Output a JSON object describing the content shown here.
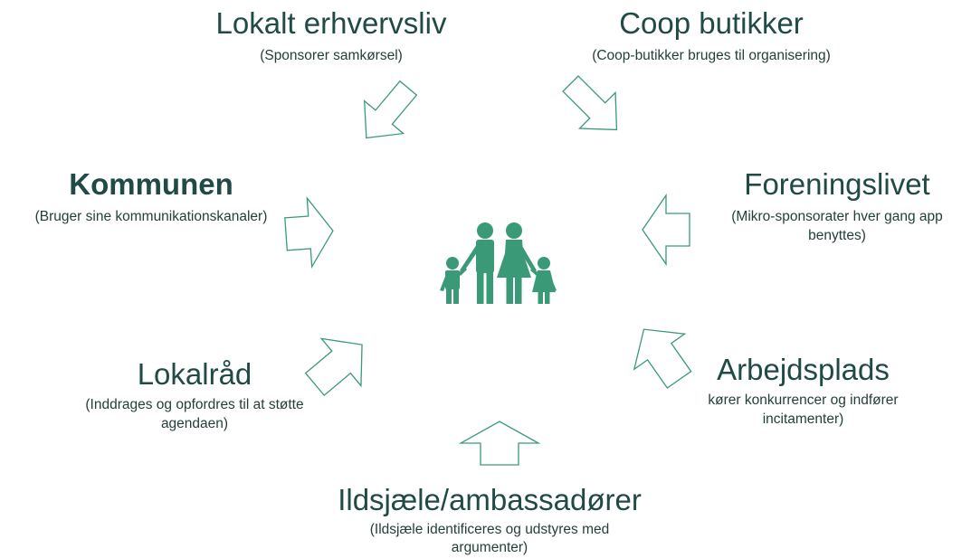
{
  "diagram": {
    "nodes": [
      {
        "id": "lokalt",
        "title": "Lokalt erhvervsliv",
        "subtitle": "(Sponsorer samkørsel)"
      },
      {
        "id": "coop",
        "title": "Coop butikker",
        "subtitle": "(Coop-butikker bruges til organisering)"
      },
      {
        "id": "kommunen",
        "title": "Kommunen",
        "subtitle": "(Bruger sine kommunikationskanaler)",
        "bold": true
      },
      {
        "id": "forening",
        "title": "Foreningslivet",
        "subtitle_lines": [
          "(Mikro-sponsorater hver gang app",
          "benyttes)"
        ]
      },
      {
        "id": "lokalraad",
        "title": "Lokalråd",
        "subtitle_lines": [
          "(Inddrages og opfordres til at støtte",
          "agendaen)"
        ]
      },
      {
        "id": "arbejd",
        "title": "Arbejdsplads",
        "subtitle_lines": [
          "kører konkurrencer og indfører",
          "incitamenter)"
        ]
      },
      {
        "id": "ildsjaele",
        "title": "Ildsjæle/ambassadører",
        "subtitle_lines": [
          "(Ildsjæle identificeres og udstyres med",
          "argumenter)"
        ]
      }
    ],
    "center_icon": "family-icon",
    "colors": {
      "title": "#1f4a45",
      "subtitle": "#243f3b",
      "accent": "#3a9a78",
      "arrow_stroke": "#3a9a78"
    }
  }
}
